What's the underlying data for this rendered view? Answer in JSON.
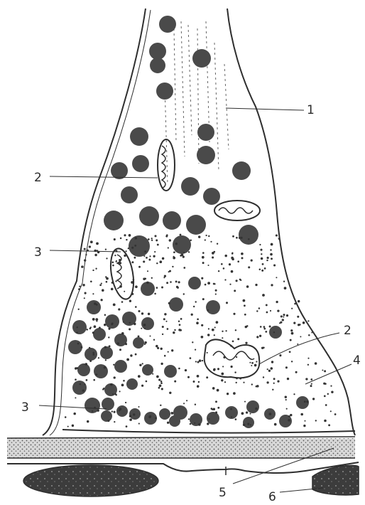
{
  "labels": {
    "l1": "1",
    "l2a": "2",
    "l2b": "2",
    "l3a": "3",
    "l3b": "3",
    "l4": "4",
    "l5": "5",
    "l6": "6"
  },
  "colors": {
    "ink": "#2e2e2e",
    "vesicle": "#4a4a4a",
    "background": "#ffffff"
  }
}
